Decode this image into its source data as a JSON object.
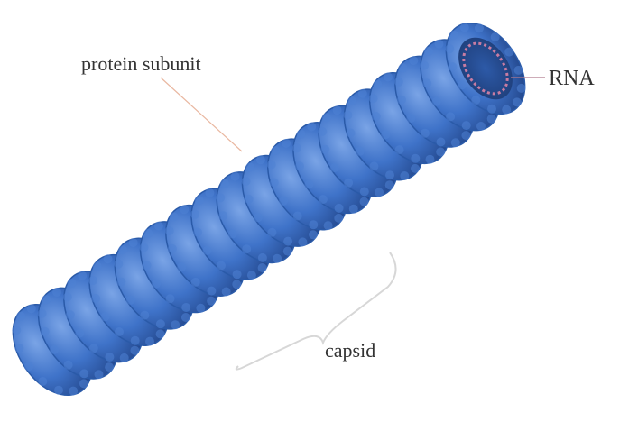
{
  "diagram": {
    "labels": {
      "protein_subunit": "protein subunit",
      "rna": "RNA",
      "capsid": "capsid"
    },
    "colors": {
      "capsid_blue": "#3f73c9",
      "capsid_dark": "#274f98",
      "capsid_light": "#6f9be0",
      "rna_pink": "#c77ca2",
      "leader_line": "#e9b7a0",
      "bracket": "#d7d7d7",
      "text": "#333333"
    }
  }
}
